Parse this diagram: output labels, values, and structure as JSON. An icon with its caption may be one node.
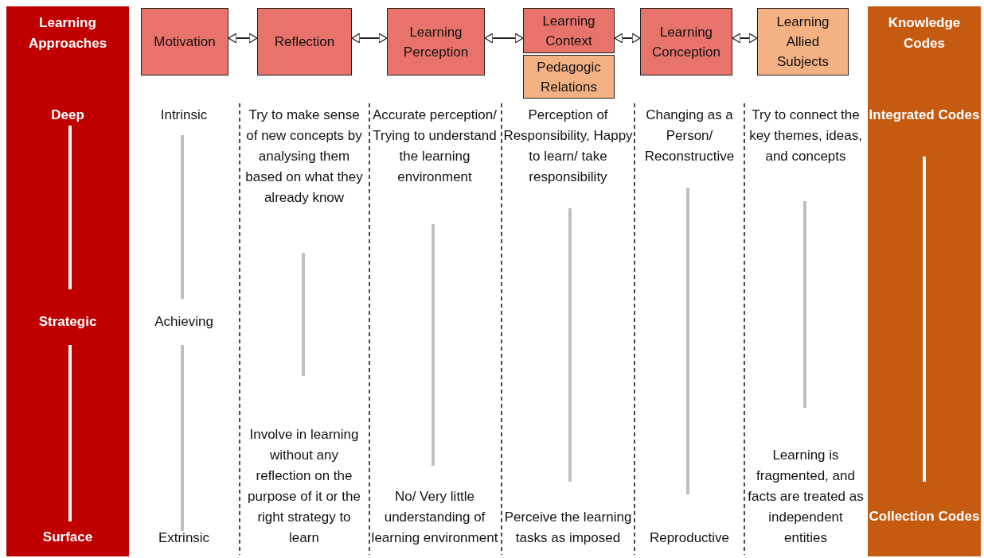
{
  "diagram": {
    "nodes": [
      {
        "text": [
          "Learning Approaches",
          "Deep",
          "Strategic",
          "Surface"
        ]
      },
      {
        "text": [
          "Motivation"
        ]
      },
      {
        "text": [
          "Reflection"
        ]
      },
      {
        "text": [
          "Learning Perception"
        ]
      },
      {
        "text": [
          "Learning Context"
        ]
      },
      {
        "text": [
          "Pedagogic Relations"
        ]
      },
      {
        "text": [
          "Learning Conception"
        ]
      },
      {
        "text": [
          "Learning Allied Subjects"
        ]
      },
      {
        "text": [
          "Knowledge Codes",
          "Integrated Codes",
          "Collection Codes"
        ]
      }
    ],
    "edges": [
      {
        "from": 1,
        "to": 2,
        "arrow": "both"
      },
      {
        "from": 2,
        "to": 3,
        "arrow": "both"
      },
      {
        "from": 3,
        "to": 4,
        "arrow": "both"
      },
      {
        "from": 4,
        "to": 6,
        "arrow": "both"
      },
      {
        "from": 6,
        "to": 7,
        "arrow": "both"
      }
    ],
    "labels": [
      "Intrinsic",
      "Achieving",
      "Extrinsic",
      "Try to make sense of new concepts by analysing them based on what they already know",
      "Involve in learning without any reflection on the purpose of it or the right strategy to learn",
      "Accurate perception/ Trying to understand the learning environment",
      "No/ Very little understanding of learning environment",
      "Perception of Responsibility, Happy to learn/ take responsibility",
      "Perceive the learning tasks as imposed",
      "Changing as a Person/ Reconstructive",
      "Reproductive",
      "Try to connect the key themes, ideas, and concepts",
      "Learning is fragmented, and facts are treated as independent entities"
    ]
  }
}
